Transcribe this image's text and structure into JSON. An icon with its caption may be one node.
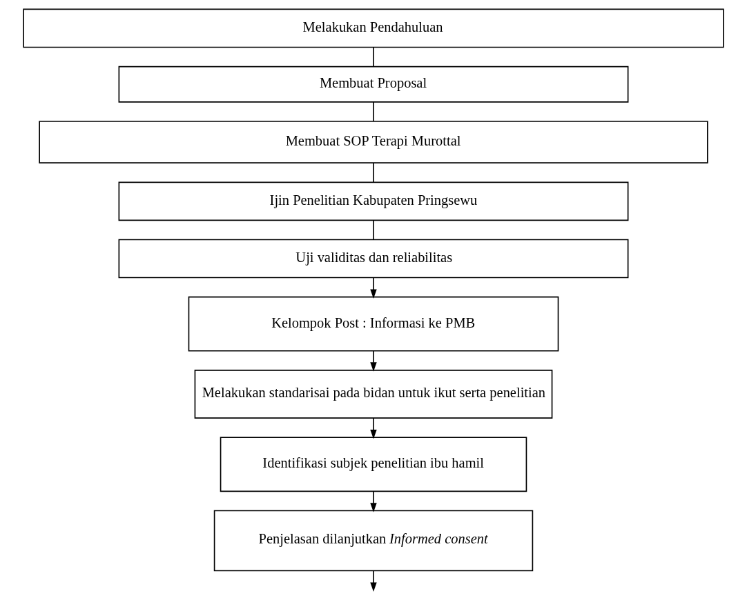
{
  "diagram": {
    "nodes": [
      {
        "text": [
          "Melakukan Pendahuluan"
        ]
      },
      {
        "text": [
          "Membuat Proposal"
        ]
      },
      {
        "text": [
          "Membuat SOP Terapi Murottal"
        ]
      },
      {
        "text": [
          "Ijin Penelitian Kabupaten Pringsewu"
        ]
      },
      {
        "text": [
          "Uji validitas dan reliabilitas"
        ]
      },
      {
        "text": [
          "Kelompok Post : Informasi ke PMB"
        ]
      },
      {
        "text": [
          "Melakukan standarisai pada bidan untuk ikut serta penelitian"
        ]
      },
      {
        "text": [
          "Identifikasi subjek penelitian ibu hamil"
        ]
      },
      {
        "text": [
          "Penjelasan dilanjutkan *Informed consent*"
        ]
      }
    ],
    "edges": [
      {
        "from": 0,
        "to": 1,
        "arrow": "none"
      },
      {
        "from": 1,
        "to": 2,
        "arrow": "none"
      },
      {
        "from": 2,
        "to": 3,
        "arrow": "none"
      },
      {
        "from": 3,
        "to": 4,
        "arrow": "none"
      },
      {
        "from": 4,
        "to": 5,
        "arrow": "to"
      },
      {
        "from": 5,
        "to": 6,
        "arrow": "to"
      },
      {
        "from": 6,
        "to": 7,
        "arrow": "to"
      },
      {
        "from": 7,
        "to": 8,
        "arrow": "to"
      },
      {
        "from": 8,
        "to": null,
        "arrow": "to"
      }
    ]
  }
}
